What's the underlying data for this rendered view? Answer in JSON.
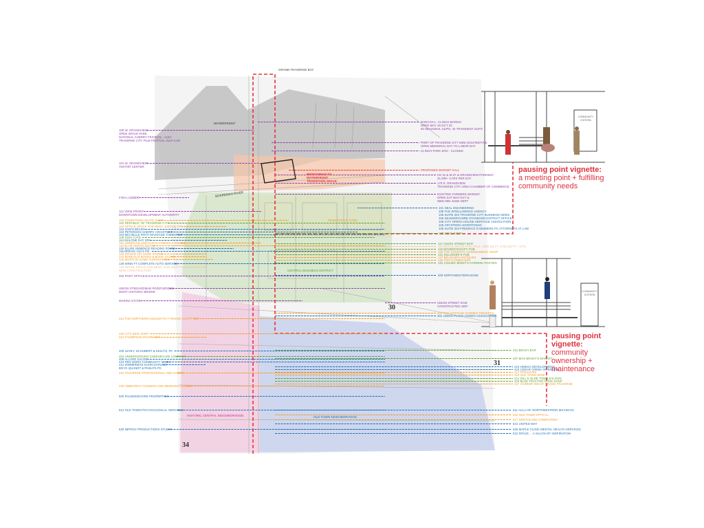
{
  "colors": {
    "purple": "#8e3fa8",
    "green": "#5aa02c",
    "blue": "#1f6fb5",
    "orange": "#f39a1f",
    "lightorange": "#eebc8c",
    "red": "#e8303a"
  },
  "map_labels": {
    "bay": "GRAND TRAVERSE BAY",
    "waterfront": "WATERFRONT",
    "river": "BOARDMAN RIVER",
    "transition": [
      "PEDESTRIAN TO",
      "WATERFRONT",
      "TRANSITION SPACE"
    ],
    "core": "PEDESTRIAN CORE",
    "cbd": "CENTRAL BUSINESS DISTRICT",
    "historic": "HISTORIC CENTRAL NEIGHBORHOOD",
    "oldtown": "OLD TOWN NEIGHBORHOOD",
    "sheet30": "30",
    "sheet31": "31",
    "sheet34": "34"
  },
  "vignettes": [
    {
      "title": "pausing point vignette:",
      "subtitle": [
        "a meeting point + fulfilling",
        "community  needs"
      ],
      "cistern": [
        "COMMUNITY",
        "CISTERN"
      ]
    },
    {
      "title": [
        "pausing point",
        "vignette:"
      ],
      "subtitle": [
        "community",
        "ownership +",
        "maintenance"
      ],
      "cistern": [
        "COMMUNITY",
        "CISTERN"
      ]
    }
  ],
  "left_labels": [
    {
      "c": "purple",
      "lines": [
        "100 W. GRANDVIEW",
        "OPEN SPACE PARK",
        "NATIONAL CHERRY FESTIVAL - JULY",
        "TRAVERSE CITY FILM FESTIVAL JULY-AUG"
      ]
    },
    {
      "c": "purple",
      "lines": [
        "101 W. GRANDVIEW",
        "VISITOR CENTER"
      ]
    },
    {
      "c": "purple",
      "lines": [
        "FISH LADDER"
      ]
    },
    {
      "c": "purple",
      "lines": [
        "112 VIEW FRONT",
        "DOWNTOWN DEVELOPMENT AUTHORITY"
      ]
    },
    {
      "c": "orange",
      "lines": [
        "100 DOWNTOWN SKATE SHOP"
      ]
    },
    {
      "c": "green",
      "lines": [
        "102 REPUBLIC OF TRAVERSE CITY"
      ]
    },
    {
      "c": "orange",
      "lines": [
        "104 OFFICE SPACE FOR RENT, 1000 SQ FT"
      ]
    },
    {
      "c": "blue",
      "lines": [
        "104 SAM'S BEADS"
      ]
    },
    {
      "c": "blue",
      "lines": [
        "104 PETERSON SHERRY ARCHITECT"
      ]
    },
    {
      "c": "blue",
      "lines": [
        "104 MICHELLE ROTH MASSAGE THERAPIST"
      ]
    },
    {
      "c": "green",
      "lines": [
        "108 DISH CAFE"
      ]
    },
    {
      "c": "blue",
      "lines": [
        "114 MALONE DAY SPA"
      ]
    },
    {
      "c": "orange",
      "lines": [
        "116 GREEN ISLAND EARTH FRIENDLY GOODS"
      ]
    },
    {
      "c": "orange",
      "lines": [
        "118 BLUE HERON BOOKS"
      ]
    },
    {
      "c": "blue",
      "lines": [
        "120 ELLEN SEMENCE READING ROOM"
      ]
    },
    {
      "c": "blue",
      "lines": [
        "118 BREVIK 103.9 FM"
      ]
    },
    {
      "c": "orange",
      "lines": [
        "120 STUDIO 101 SHOE STORE"
      ]
    },
    {
      "c": "orange",
      "lines": [
        "124 BOREALIS BOOKS & BOOK STORE"
      ]
    },
    {
      "c": "orange",
      "lines": [
        "126 MORTON HOME FURNISHINGS"
      ]
    },
    {
      "c": "blue",
      "lines": [
        "128 WINN FT COMPLETE AUTO SERVICE"
      ]
    },
    {
      "c": "lightorange",
      "lines": [
        "130 RETAIL SPACE FOR RENT, 2744 SQ FT",
        "NEW CONSTRUCTION"
      ]
    },
    {
      "c": "purple",
      "lines": [
        "202 POST OFFICE"
      ]
    },
    {
      "c": "purple",
      "lines": [
        "UNION ST/BOARDMAN RIVER BRIDGE",
        "MOOT HISTORIC BRIDGE"
      ]
    },
    {
      "c": "purple",
      "lines": [
        "MARINA STATE"
      ]
    },
    {
      "c": "orange",
      "lines": [
        "312 THE NORTHERN ANGLER FLY FISHING OUTFITTER"
      ]
    },
    {
      "c": "orange",
      "lines": [
        "320 CITY BIKE SHOP"
      ]
    },
    {
      "c": "orange",
      "lines": [
        "324 THOMPSON PHARMACY"
      ]
    },
    {
      "c": "blue",
      "lines": [
        "400 LEVEY, SCHUBERT & KEILITZ, PC"
      ]
    },
    {
      "c": "green",
      "lines": [
        "404 UNDERGROUND CHEESECAKE COMPANY"
      ]
    },
    {
      "c": "blue",
      "lines": [
        "408 ALLURE SALON"
      ]
    },
    {
      "c": "blue",
      "lines": [
        "410 PEN WORK COMMUNITY MEDIA"
      ]
    },
    {
      "c": "blue",
      "lines": [
        "412 ZIMMERMAN KUHN DARLING",
        "BOYD QUANDT & PHELPS PC"
      ]
    },
    {
      "c": "orange",
      "lines": [
        "416 TRAVERSE PROFESSIONAL AND CONDO"
      ]
    },
    {
      "c": "orange",
      "lines": [
        "420 HIBBARD'S FLOWERS AND WEDDING CENTER"
      ]
    },
    {
      "c": "blue",
      "lines": [
        "500 PALMS/DEVORE PROPERTIES"
      ]
    },
    {
      "c": "blue",
      "lines": [
        "512 OLD TOWN PSYCHOLOGICAL SERVICES"
      ]
    },
    {
      "c": "blue",
      "lines": [
        "530 IMPROV PRODUCTIONS STUDIO"
      ]
    }
  ],
  "right_labels": [
    {
      "c": "purple",
      "lines": [
        "DUNCAN L. CLINCH MARINA",
        "OPEN MAY 15-OCT 20",
        "60 SEASONAL SLIPS, 34 TRANSIENT SLIPS"
      ]
    },
    {
      "c": "purple",
      "lines": [
        "PORT OF TRAVERSE CITY MINI-GOLF/MOTIVE",
        "OPEN MEMORIAL DAY TO LABOR DAY"
      ]
    },
    {
      "c": "purple",
      "lines": [
        "CLINCH PARK ZOO - CLOSED"
      ]
    },
    {
      "c": "red",
      "lines": [
        "PROPOSED MARKET HALL"
      ]
    },
    {
      "c": "purple",
      "lines": [
        "US 31 & M-37 & GRANDVIEW PARKWAY",
        "31,000+ CARS PER DAY"
      ]
    },
    {
      "c": "purple",
      "lines": [
        "170 E. GRANDVIEW",
        "TRAVERSE CITY AREA CHAMBER OF COMMERCE"
      ]
    },
    {
      "c": "purple",
      "lines": [
        "EXISTING FARMERS MARKET",
        "OPEN SAT MAY-OCT &",
        "WED MID-JUNE-SEPT"
      ]
    },
    {
      "c": "blue",
      "lines": [
        "101 NEAL ENGINEERING",
        "108 THE INTELLIGENCE AGENCY",
        "106 SUITE 203 TRAVERSE CITY BUSINESS NEWS",
        "106 SEAMORGANRE STANDARD DISTRICT OFFICE",
        "106 CITY OPERA HOUSE HERITAGE ASSOCIATION",
        "106 CRYSTERS ADVERTISING",
        "106 SUITE 204 FREDRICK R BIMMERS PC ATTORNEYS AT LAW"
      ]
    },
    {
      "c": "green",
      "lines": [
        "109 SOUL SOUP"
      ]
    },
    {
      "c": "green",
      "lines": [
        "117 UNION STREET BAR"
      ]
    },
    {
      "c": "lightorange",
      "lines": [
        "119 RETAIL SPACE FOR SALE, 2300 SQ FT, 2735 SQ FT + UTIL"
      ]
    },
    {
      "c": "green",
      "lines": [
        "119 BOOBOOGOOPY PUB"
      ]
    },
    {
      "c": "orange",
      "lines": [
        "125 THE COUNTRY CONSIGNMENT SHOP"
      ]
    },
    {
      "c": "green",
      "lines": [
        "121 DILLINGER'S PUB"
      ]
    },
    {
      "c": "orange",
      "lines": [
        "127 BELGIUM'S ANTIQUES"
      ]
    },
    {
      "c": "orange",
      "lines": [
        "129 TINY'S DINER BAR"
      ]
    },
    {
      "c": "green",
      "lines": [
        "131 COUSIN JENNY'S CORNISH PASTIES"
      ]
    },
    {
      "c": "blue",
      "lines": [
        "200 NORTHWESTERN BANK"
      ]
    },
    {
      "c": "purple",
      "lines": [
        "UNION STREET DAM",
        "CONSTRUCTED 1867"
      ]
    },
    {
      "c": "orange",
      "lines": [
        "401 THE COTTAGE GARDEN TRINKETS"
      ]
    },
    {
      "c": "blue",
      "lines": [
        "401 UNION PLACE CONDO ASSOCIATION"
      ]
    },
    {
      "c": "green",
      "lines": [
        "401 BRADY BAR"
      ]
    },
    {
      "c": "green",
      "lines": [
        "407 MAX BRADY'S MARKET"
      ]
    },
    {
      "c": "blue",
      "lines": [
        "410 OMEGA DEVELOPMENT"
      ]
    },
    {
      "c": "blue",
      "lines": [
        "415 CEDAR CREEK INTERIORS"
      ]
    },
    {
      "c": "orange",
      "lines": [
        "417 PRESSURE"
      ]
    },
    {
      "c": "orange",
      "lines": [
        "419 OLD TOWN WINE"
      ]
    },
    {
      "c": "green",
      "lines": [
        "421 DILL'S OLDE TOWN SALOON"
      ]
    },
    {
      "c": "green",
      "lines": [
        "423 BLUE TRACTOR COOK SHOP"
      ]
    },
    {
      "c": "orange",
      "lines": [
        "427 HARBOR INN OF GRAND TRAVERSE"
      ]
    },
    {
      "c": "blue",
      "lines": [
        "511 ACLU OF NORTHWESTERN MICHIGAN"
      ]
    },
    {
      "c": "orange",
      "lines": [
        "515 OLD TOWN OPTICAL"
      ]
    },
    {
      "c": "orange",
      "lines": [
        "517 NORTHLAND COMPUTERS"
      ]
    },
    {
      "c": "blue",
      "lines": [
        "521 UNITED WAY"
      ]
    },
    {
      "c": "blue",
      "lines": [
        "525 MAPLE CLINIC MENTAL HEALTH SERVICES"
      ]
    },
    {
      "c": "blue",
      "lines": [
        "531 SPACE ... A SALON OF INSPIRATION"
      ]
    }
  ]
}
